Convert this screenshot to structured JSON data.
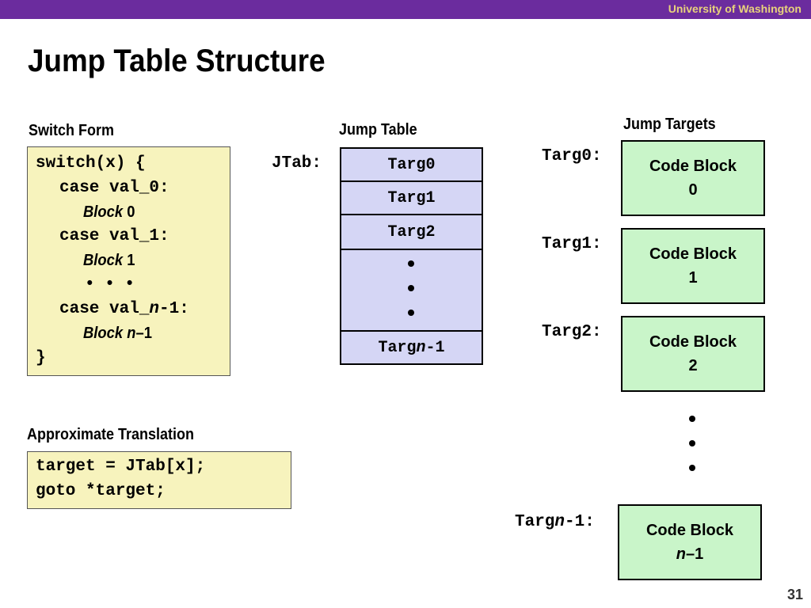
{
  "header": {
    "university": "University of Washington",
    "bar_color": "#6b2c9e",
    "text_color": "#e8d27c"
  },
  "slide": {
    "title": "Jump Table Structure",
    "page_number": "31"
  },
  "switch_form": {
    "label": "Switch Form",
    "lines": {
      "l1": "switch(x) {",
      "l2": "case val_0:",
      "l3_word": "Block",
      "l3_num": "0",
      "l4": "case val_1:",
      "l5_word": "Block",
      "l5_num": "1",
      "l6": "• • •",
      "l7_pre": "case val_",
      "l7_n": "n",
      "l7_post": "-1:",
      "l8_word": "Block",
      "l8_n": "n",
      "l8_post": "–1",
      "l9": "}"
    }
  },
  "translation": {
    "label": "Approximate Translation",
    "line1": "target = JTab[x];",
    "line2": "goto *target;"
  },
  "jump_table": {
    "label": "Jump Table",
    "jtab_label": "JTab:",
    "cells": [
      "Targ0",
      "Targ1",
      "Targ2"
    ],
    "last_pre": "Targ",
    "last_n": "n",
    "last_post": "-1"
  },
  "jump_targets": {
    "label": "Jump Targets",
    "targets": [
      {
        "label": "Targ0:",
        "block_title": "Code Block",
        "block_num": "0"
      },
      {
        "label": "Targ1:",
        "block_title": "Code Block",
        "block_num": "1"
      },
      {
        "label": "Targ2:",
        "block_title": "Code Block",
        "block_num": "2"
      }
    ],
    "last": {
      "label_pre": "Targ",
      "label_n": "n",
      "label_post": "-1:",
      "block_title": "Code Block",
      "block_n": "n",
      "block_post": "–1"
    }
  },
  "colors": {
    "code_bg": "#f7f3bd",
    "table_bg": "#d5d6f5",
    "block_bg": "#c9f5c9"
  }
}
